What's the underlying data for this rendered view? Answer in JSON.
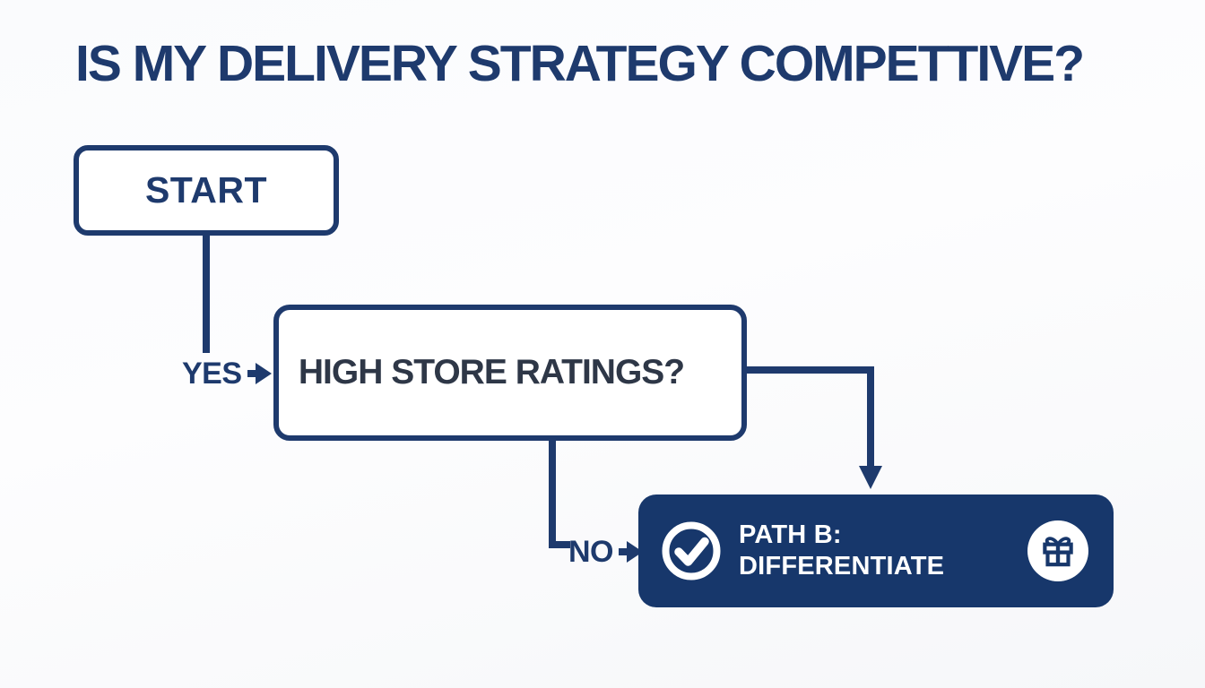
{
  "title": "IS MY DELIVERY STRATEGY COMPETTIVE?",
  "nodes": {
    "start": {
      "label": "START"
    },
    "question": {
      "label": "HIGH STORE RATINGS?"
    },
    "path_b": {
      "line1": "PATH B:",
      "line2": "DIFFERENTIATE",
      "left_icon": "check-circle-icon",
      "right_icon": "gift-icon"
    }
  },
  "edges": {
    "yes_label": "YES",
    "no_label": "NO"
  },
  "colors": {
    "primary_blue": "#1e3a6d",
    "node_fill_blue": "#17376b",
    "question_text": "#2e3747",
    "background": "#fafbfd",
    "white": "#ffffff"
  }
}
